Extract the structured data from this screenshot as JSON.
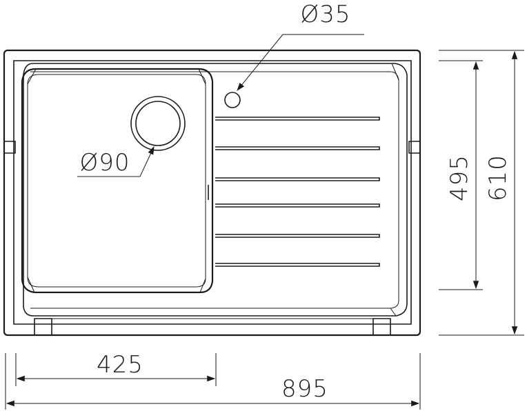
{
  "dimensions": {
    "overall_width": "895",
    "basin_width": "425",
    "overall_depth": "610",
    "inner_depth": "495",
    "drain_diameter": "Ø90",
    "tap_hole_diameter": "Ø35"
  }
}
